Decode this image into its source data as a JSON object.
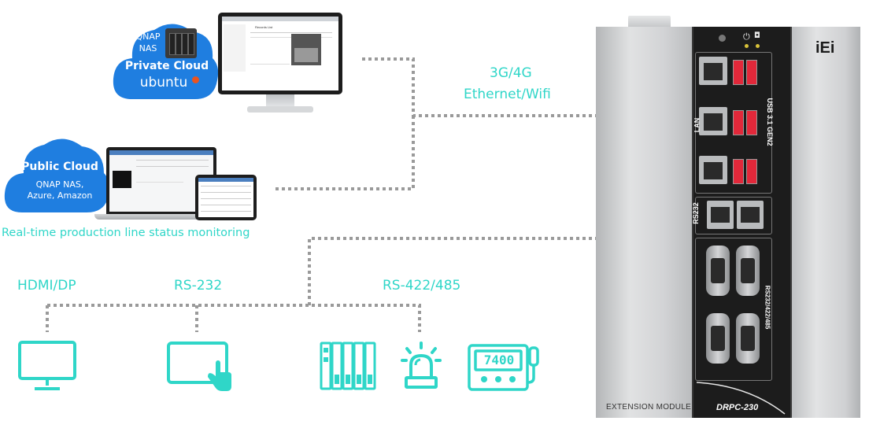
{
  "private_cloud": {
    "brand": "QNAP",
    "sub": "NAS",
    "title": "Private Cloud",
    "logo": "ubuntu"
  },
  "monitor_screen": {
    "title": "Records List"
  },
  "public_cloud": {
    "title": "Public Cloud",
    "line1": "QNAP NAS,",
    "line2": "Azure, Amazon"
  },
  "connections": {
    "wireless": "3G/4G",
    "wired": "Ethernet/Wifi"
  },
  "caption": "Real-time production line status monitoring",
  "ports": {
    "hdmi": "HDMI/DP",
    "rs232": "RS-232",
    "rs422": "RS-422/485"
  },
  "device": {
    "brand": "iEi",
    "lan": "LAN",
    "usb": "USB 3.1 GEN2",
    "rs232": "RS232",
    "rs232_422_485": "RS232/422/485",
    "extension": "EXTENSION MODULE",
    "model": "DRPC-230"
  },
  "meter": {
    "display": "7400"
  },
  "icons": [
    "cloud-icon",
    "display-icon",
    "touch-tablet-icon",
    "plc-module-icon",
    "alarm-light-icon",
    "meter-icon"
  ],
  "colors": {
    "accent": "#2fd6c8",
    "cloud": "#1f7ee0",
    "device_dark": "#1c1c1c",
    "device_silver": "#c9cacc",
    "usb_red": "#e2283a"
  }
}
